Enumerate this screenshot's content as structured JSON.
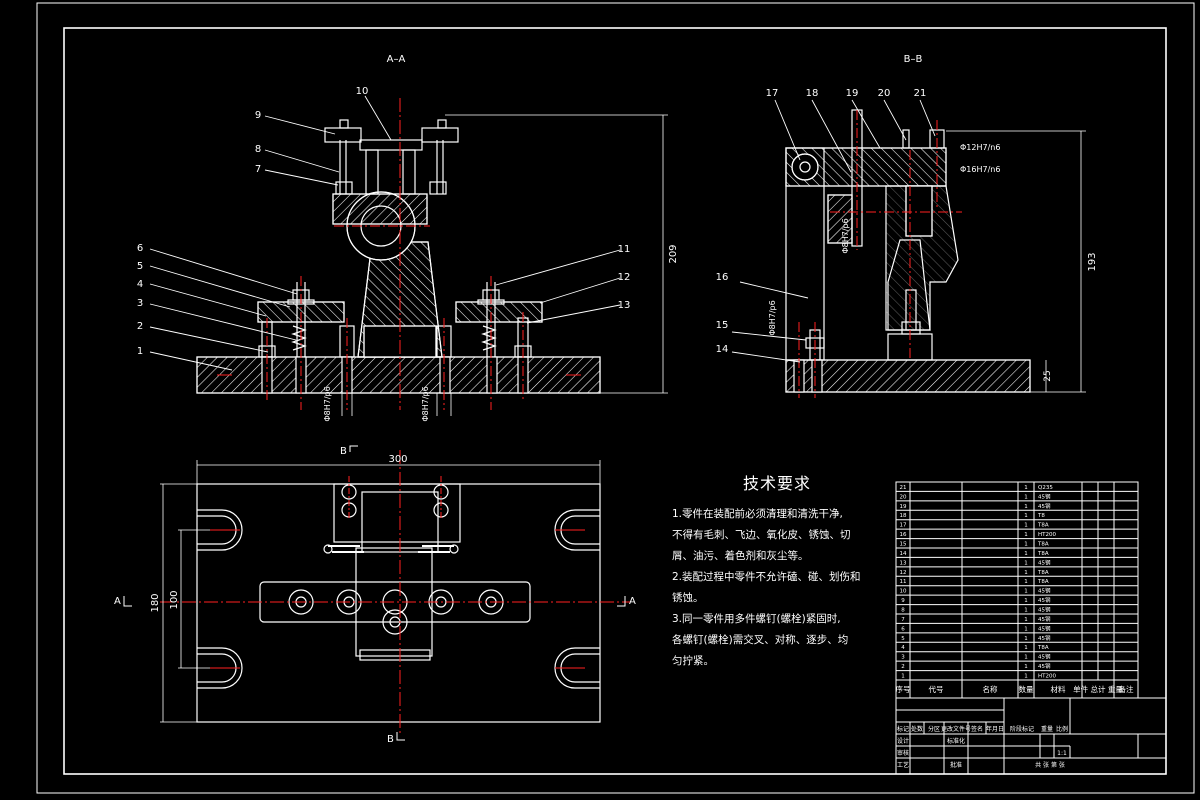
{
  "views": {
    "section_aa": "A–A",
    "section_bb": "B–B",
    "mark_a_left": "A",
    "mark_a_right": "A",
    "mark_b_top": "B",
    "mark_b_bottom": "B"
  },
  "dimensions": {
    "aa_height": "209",
    "aa_fit_left": "Φ8H7/p6",
    "aa_fit_right": "Φ8H7/p6",
    "bb_height": "193",
    "bb_base": "25",
    "bb_fit_left": "Φ8H7/p6",
    "bb_fit_mid": "Φ8H7/p6",
    "bb_fit_top1": "Φ12H7/n6",
    "bb_fit_top2": "Φ16H7/n6",
    "plan_width": "300",
    "plan_height_outer": "180",
    "plan_height_inner": "100"
  },
  "callouts_aa": [
    "1",
    "2",
    "3",
    "4",
    "5",
    "6",
    "7",
    "8",
    "9",
    "10",
    "11",
    "12",
    "13"
  ],
  "callouts_bb": [
    "14",
    "15",
    "16",
    "17",
    "18",
    "19",
    "20",
    "21"
  ],
  "tech": {
    "title": "技术要求",
    "lines": [
      "1.零件在装配前必须清理和清洗干净,",
      "不得有毛刺、飞边、氧化皮、锈蚀、切",
      "屑、油污、着色剂和灰尘等。",
      "2.装配过程中零件不允许磕、碰、划伤和",
      "锈蚀。",
      "3.同一零件用多件螺钉(螺栓)紧固时,",
      "各螺钉(螺栓)需交叉、对称、逐步、均",
      "匀拧紧。"
    ]
  },
  "bom": {
    "headers": [
      "序号",
      "代号",
      "名称",
      "数量",
      "材料",
      "单件 总计 重量",
      "备注"
    ],
    "rows": [
      [
        "21",
        "",
        "",
        "1",
        "Q235",
        ""
      ],
      [
        "20",
        "",
        "",
        "1",
        "45钢",
        ""
      ],
      [
        "19",
        "",
        "",
        "1",
        "45钢",
        ""
      ],
      [
        "18",
        "",
        "",
        "1",
        "T8",
        ""
      ],
      [
        "17",
        "",
        "",
        "1",
        "T8A",
        ""
      ],
      [
        "16",
        "",
        "",
        "1",
        "HT200",
        ""
      ],
      [
        "15",
        "",
        "",
        "1",
        "T8A",
        ""
      ],
      [
        "14",
        "",
        "",
        "1",
        "T8A",
        ""
      ],
      [
        "13",
        "",
        "",
        "1",
        "45钢",
        ""
      ],
      [
        "12",
        "",
        "",
        "1",
        "T8A",
        ""
      ],
      [
        "11",
        "",
        "",
        "1",
        "T8A",
        ""
      ],
      [
        "10",
        "",
        "",
        "1",
        "45钢",
        ""
      ],
      [
        "9",
        "",
        "",
        "1",
        "45钢",
        ""
      ],
      [
        "8",
        "",
        "",
        "1",
        "45钢",
        ""
      ],
      [
        "7",
        "",
        "",
        "1",
        "45钢",
        ""
      ],
      [
        "6",
        "",
        "",
        "1",
        "45钢",
        ""
      ],
      [
        "5",
        "",
        "",
        "1",
        "45钢",
        ""
      ],
      [
        "4",
        "",
        "",
        "1",
        "T8A",
        ""
      ],
      [
        "3",
        "",
        "",
        "1",
        "45钢",
        ""
      ],
      [
        "2",
        "",
        "",
        "1",
        "45钢",
        ""
      ],
      [
        "1",
        "",
        "",
        "1",
        "HT200",
        ""
      ]
    ]
  },
  "titleblock": {
    "cells": [
      "标记",
      "处数",
      "分区",
      "更改文件号",
      "签名",
      "年月日",
      "设计",
      "标准化",
      "阶段标记",
      "重量",
      "比例",
      "审核",
      "工艺",
      "批准",
      "共 张 第 张"
    ],
    "scale": "1:1"
  },
  "colors": {
    "background": "#000000",
    "outline": "#ffffff",
    "centerline": "#ff2020",
    "section": "#ff3030",
    "text": "#ffffff"
  }
}
